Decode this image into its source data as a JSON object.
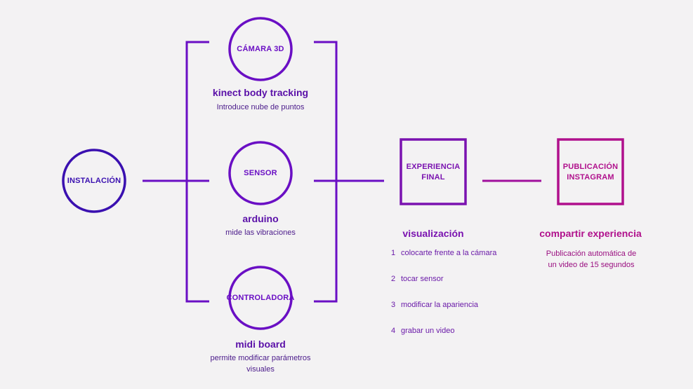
{
  "colors": {
    "background": "#f3f2f3",
    "indigo": "#3a10b0",
    "purple": "#6a0fc4",
    "violet": "#7a12b0",
    "magenta": "#b0108c"
  },
  "nodes": {
    "instalacion": "INSTALACIÓN",
    "camara": "CÁMARA 3D",
    "sensor": "SENSOR",
    "controladora": "CONTROLADORA",
    "experiencia": "EXPERIENCIA\nFINAL",
    "publicacion": "PUBLICACIÓN\nINSTAGRAM"
  },
  "camara": {
    "title": "kinect body tracking",
    "desc": "Introduce nube de puntos"
  },
  "sensor": {
    "title": "arduino",
    "desc": "mide las vibraciones"
  },
  "controladora": {
    "title": "midi board",
    "desc": "permite modificar parámetros visuales"
  },
  "visualizacion": {
    "title": "visualización",
    "steps": [
      {
        "num": "1",
        "text": "colocarte frente a la cámara"
      },
      {
        "num": "2",
        "text": "tocar sensor"
      },
      {
        "num": "3",
        "text": "modificar la apariencia"
      },
      {
        "num": "4",
        "text": "grabar un video"
      }
    ]
  },
  "compartir": {
    "title": "compartir experiencia",
    "desc": "Publicación automática de un video de 15 segundos"
  }
}
